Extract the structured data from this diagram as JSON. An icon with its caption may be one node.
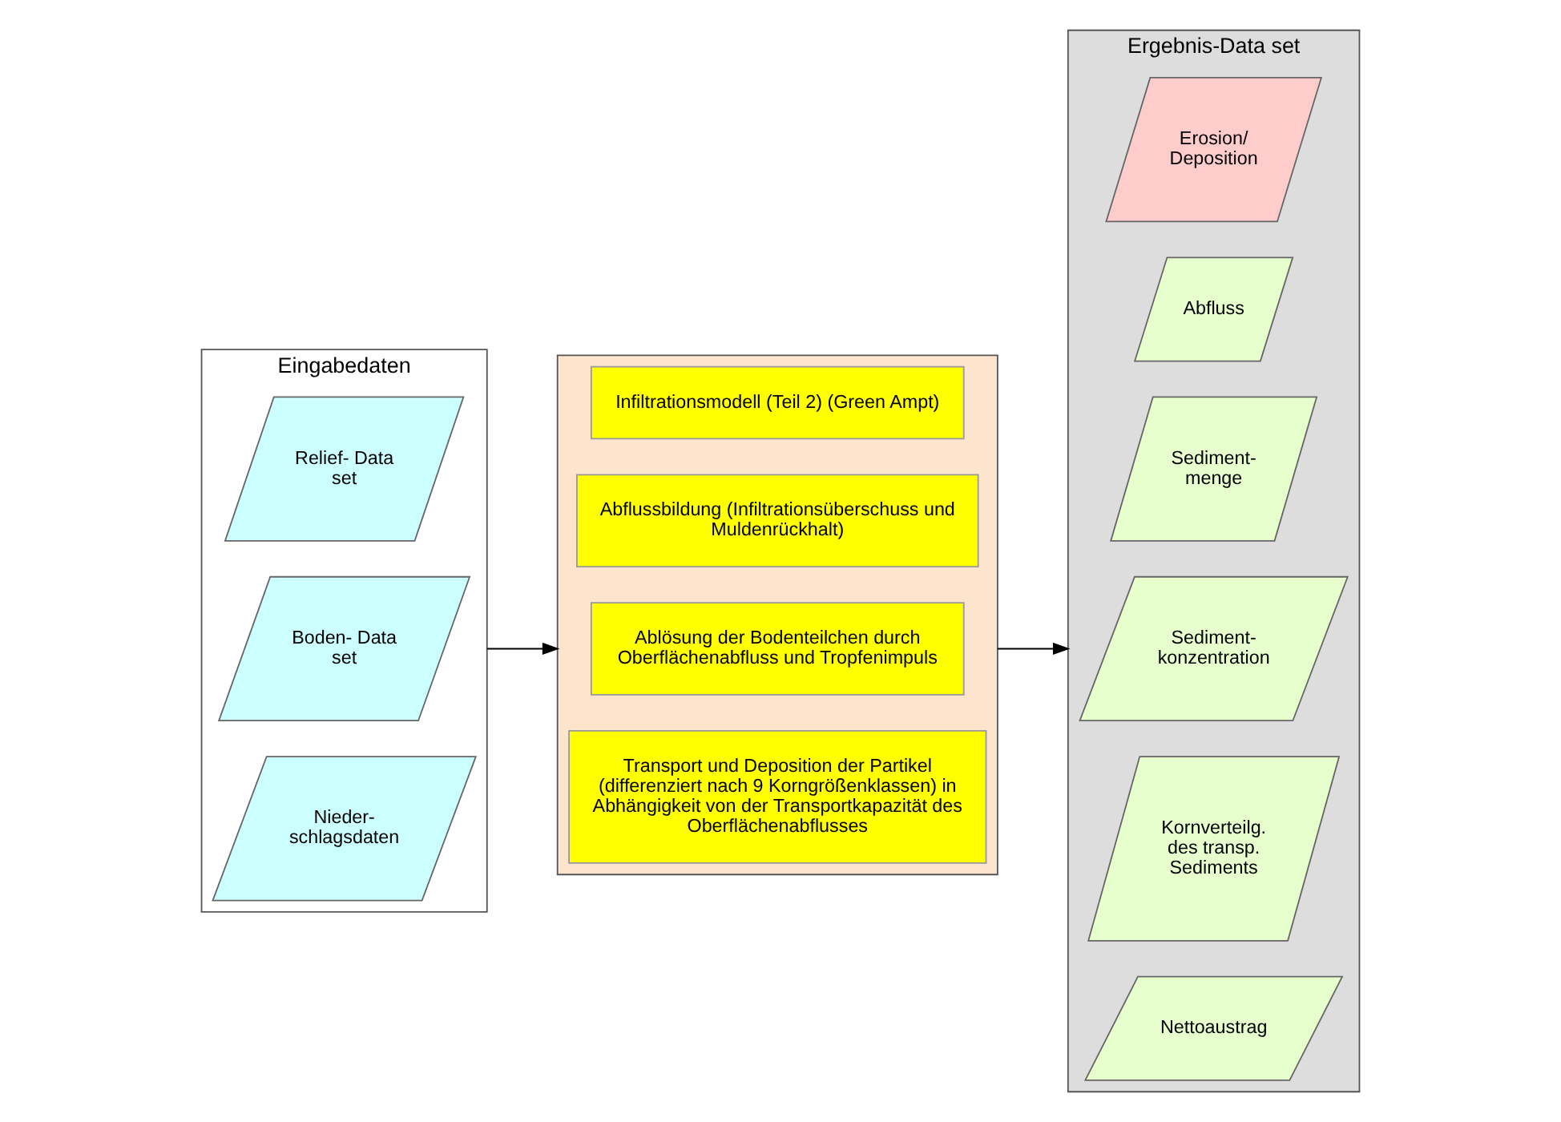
{
  "diagram": {
    "nodes": [
      {
        "text": [
          "Eingabedaten"
        ]
      },
      {
        "text": [
          "Relief- Data set"
        ],
        "in": 0
      },
      {
        "text": [
          "Boden- Data set"
        ],
        "in": 0
      },
      {
        "text": [
          "Nieder- schlagsdaten"
        ],
        "in": 0
      },
      {
        "text": [],
        "shape": "box"
      },
      {
        "text": [
          "Infiltrationsmodell (Teil 2) (Green Ampt)"
        ],
        "in": 4
      },
      {
        "text": [
          "Abflussbildung (Infiltrationsüberschuss und Muldenrückhalt)"
        ],
        "in": 4
      },
      {
        "text": [
          "Ablösung der Bodenteilchen durch Oberflächenabfluss und Tropfenimpuls"
        ],
        "in": 4
      },
      {
        "text": [
          "Transport und Deposition der Partikel (differenziert nach 9 Korngrößenklassen) in Abhängigkeit von der Transportkapazität des Oberflächenabflusses"
        ],
        "in": 4
      },
      {
        "text": [
          "Ergebnis-Data set"
        ]
      },
      {
        "text": [
          "Erosion/ Deposition"
        ],
        "in": 9
      },
      {
        "text": [
          "Abfluss"
        ],
        "in": 9
      },
      {
        "text": [
          "Sediment- menge"
        ],
        "in": 9
      },
      {
        "text": [
          "Sediment- konzentration"
        ],
        "in": 9
      },
      {
        "text": [
          "Kornverteilg. des transp. Sediments"
        ],
        "in": 9
      },
      {
        "text": [
          "Nettoaustrag"
        ],
        "in": 9
      }
    ],
    "edges": [
      {
        "from": 0,
        "to": 4,
        "arrow": "to"
      },
      {
        "from": 4,
        "to": 9,
        "arrow": "to"
      }
    ]
  }
}
